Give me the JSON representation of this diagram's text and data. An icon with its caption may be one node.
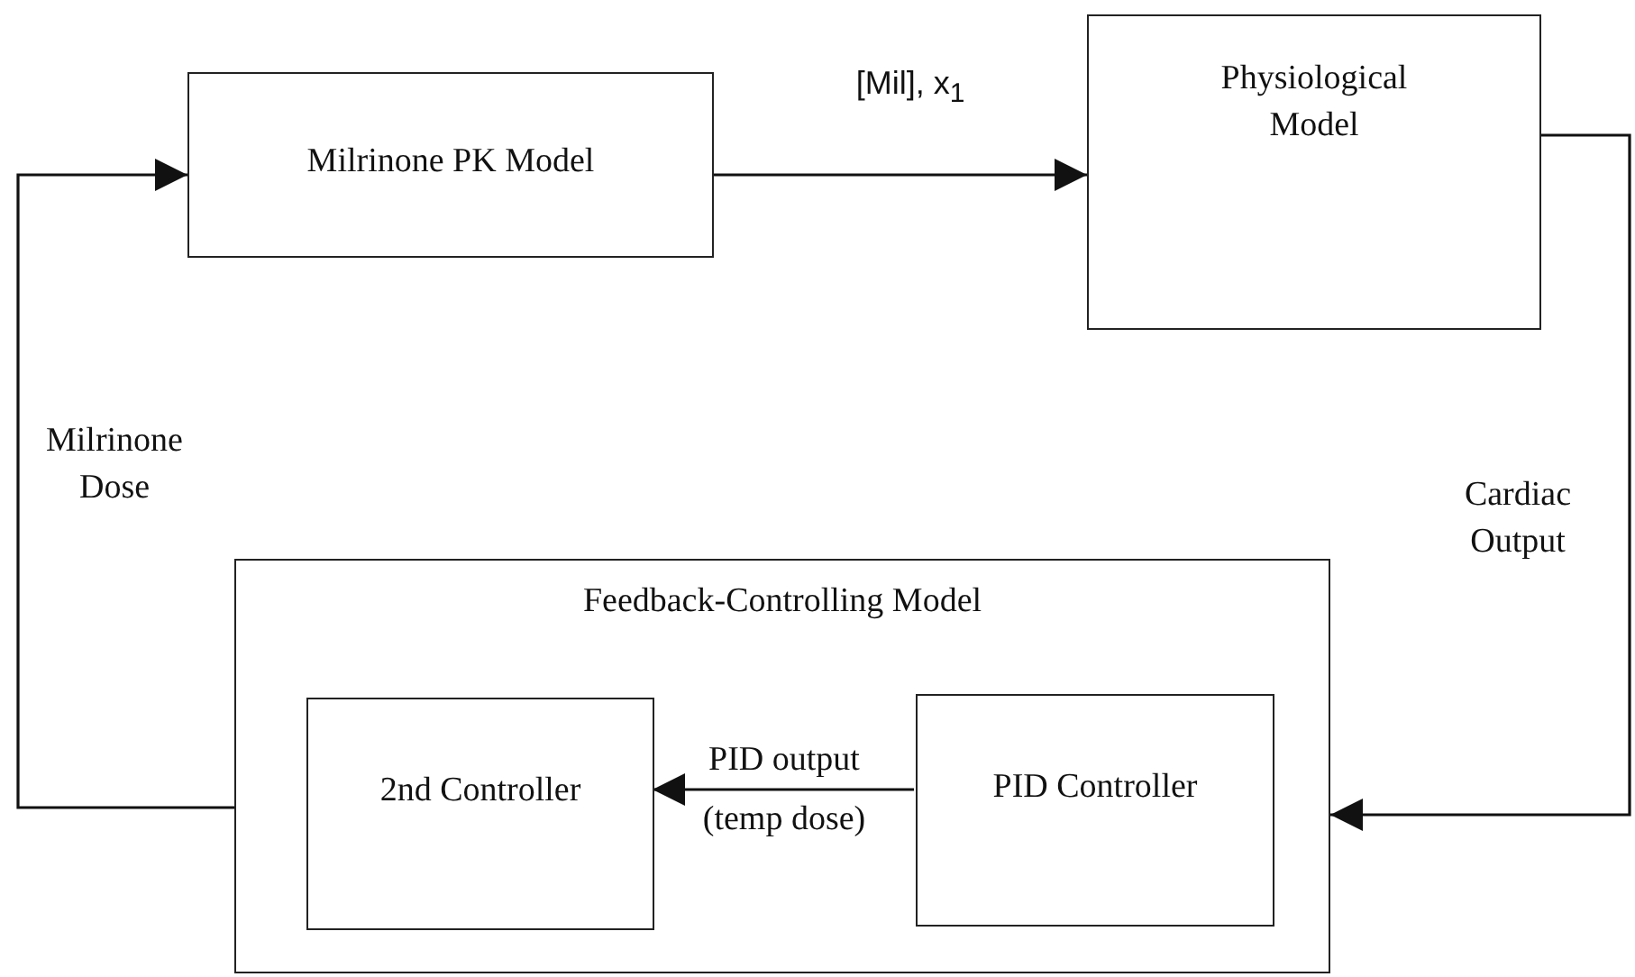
{
  "diagram": {
    "nodes": [
      {
        "text": [
          "Milrinone PK Model"
        ]
      },
      {
        "text": [
          "Physiological Model"
        ]
      },
      {
        "text": [
          "Feedback-Controlling Model"
        ]
      },
      {
        "text": [
          "2nd Controller"
        ],
        "in": 2
      },
      {
        "text": [
          "PID Controller"
        ],
        "in": 2
      }
    ],
    "edges": [
      {
        "from": 0,
        "to": 1,
        "arrow": "to",
        "label": "[Mil], x$_{1}$"
      },
      {
        "from": 2,
        "to": 0,
        "arrow": "to",
        "label": "Milrinone Dose"
      },
      {
        "from": 1,
        "to": 2,
        "arrow": "to",
        "label": "Cardiac Output"
      },
      {
        "from": 4,
        "to": 3,
        "arrow": "to",
        "label": "PID output (temp dose)"
      }
    ]
  }
}
